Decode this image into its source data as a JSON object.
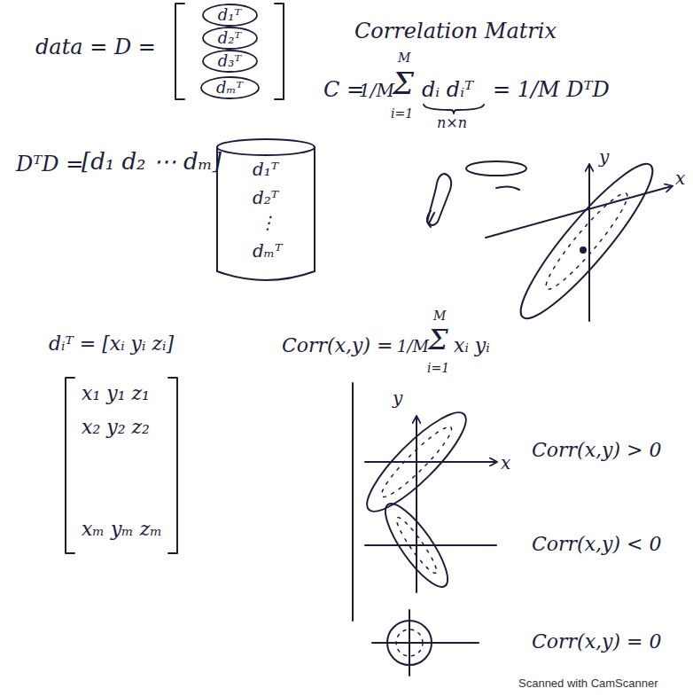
{
  "diagram": {
    "nodes": [
      {
        "text": [
          "d₁ᵀ"
        ]
      },
      {
        "text": [
          "d₂ᵀ"
        ]
      },
      {
        "text": [
          "d₃ᵀ"
        ]
      },
      {
        "text": [
          "dₘᵀ"
        ]
      }
    ],
    "labels": [
      "data = D =",
      "Correlation Matrix",
      "C =",
      "1/M",
      "Σ",
      "M",
      "i=1",
      "dᵢ dᵢᵀ",
      "= 1/M DᵀD",
      "n×n",
      "DᵀD =",
      "[d₁ d₂ ⋯ dₘ]",
      "d₁ᵀ",
      "d₂ᵀ",
      "⋮",
      "dₘᵀ",
      "y",
      "x",
      "dᵢᵀ = [xᵢ yᵢ zᵢ]",
      "Corr(x,y) =",
      "1/M",
      "Σ",
      "M",
      "i=1",
      "xᵢ yᵢ",
      "x₁ y₁ z₁",
      "x₂ y₂ z₂",
      "xₘ yₘ zₘ",
      "y",
      "x",
      "Corr(x,y) > 0",
      "Corr(x,y) < 0",
      "Corr(x,y) = 0",
      "Scanned with CamScanner"
    ]
  }
}
